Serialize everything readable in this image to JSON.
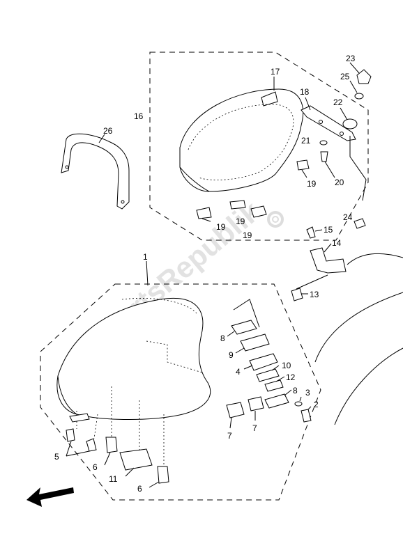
{
  "watermark": {
    "text": "PartsRepublik"
  },
  "callouts": {
    "c1": "1",
    "c2": "2",
    "c3": "3",
    "c4": "4",
    "c5": "5",
    "c6a": "6",
    "c6b": "6",
    "c7a": "7",
    "c7b": "7",
    "c8a": "8",
    "c8b": "8",
    "c9": "9",
    "c10": "10",
    "c11": "11",
    "c12": "12",
    "c13": "13",
    "c14": "14",
    "c15": "15",
    "c16": "16",
    "c17": "17",
    "c18": "18",
    "c19a": "19",
    "c19b": "19",
    "c19c": "19",
    "c19d": "19",
    "c20": "20",
    "c21": "21",
    "c22": "22",
    "c23": "23",
    "c24": "24",
    "c25": "25",
    "c26": "26"
  },
  "icons": {
    "direction": "front-direction-arrow-icon",
    "watermark_logo": "gear-icon"
  }
}
